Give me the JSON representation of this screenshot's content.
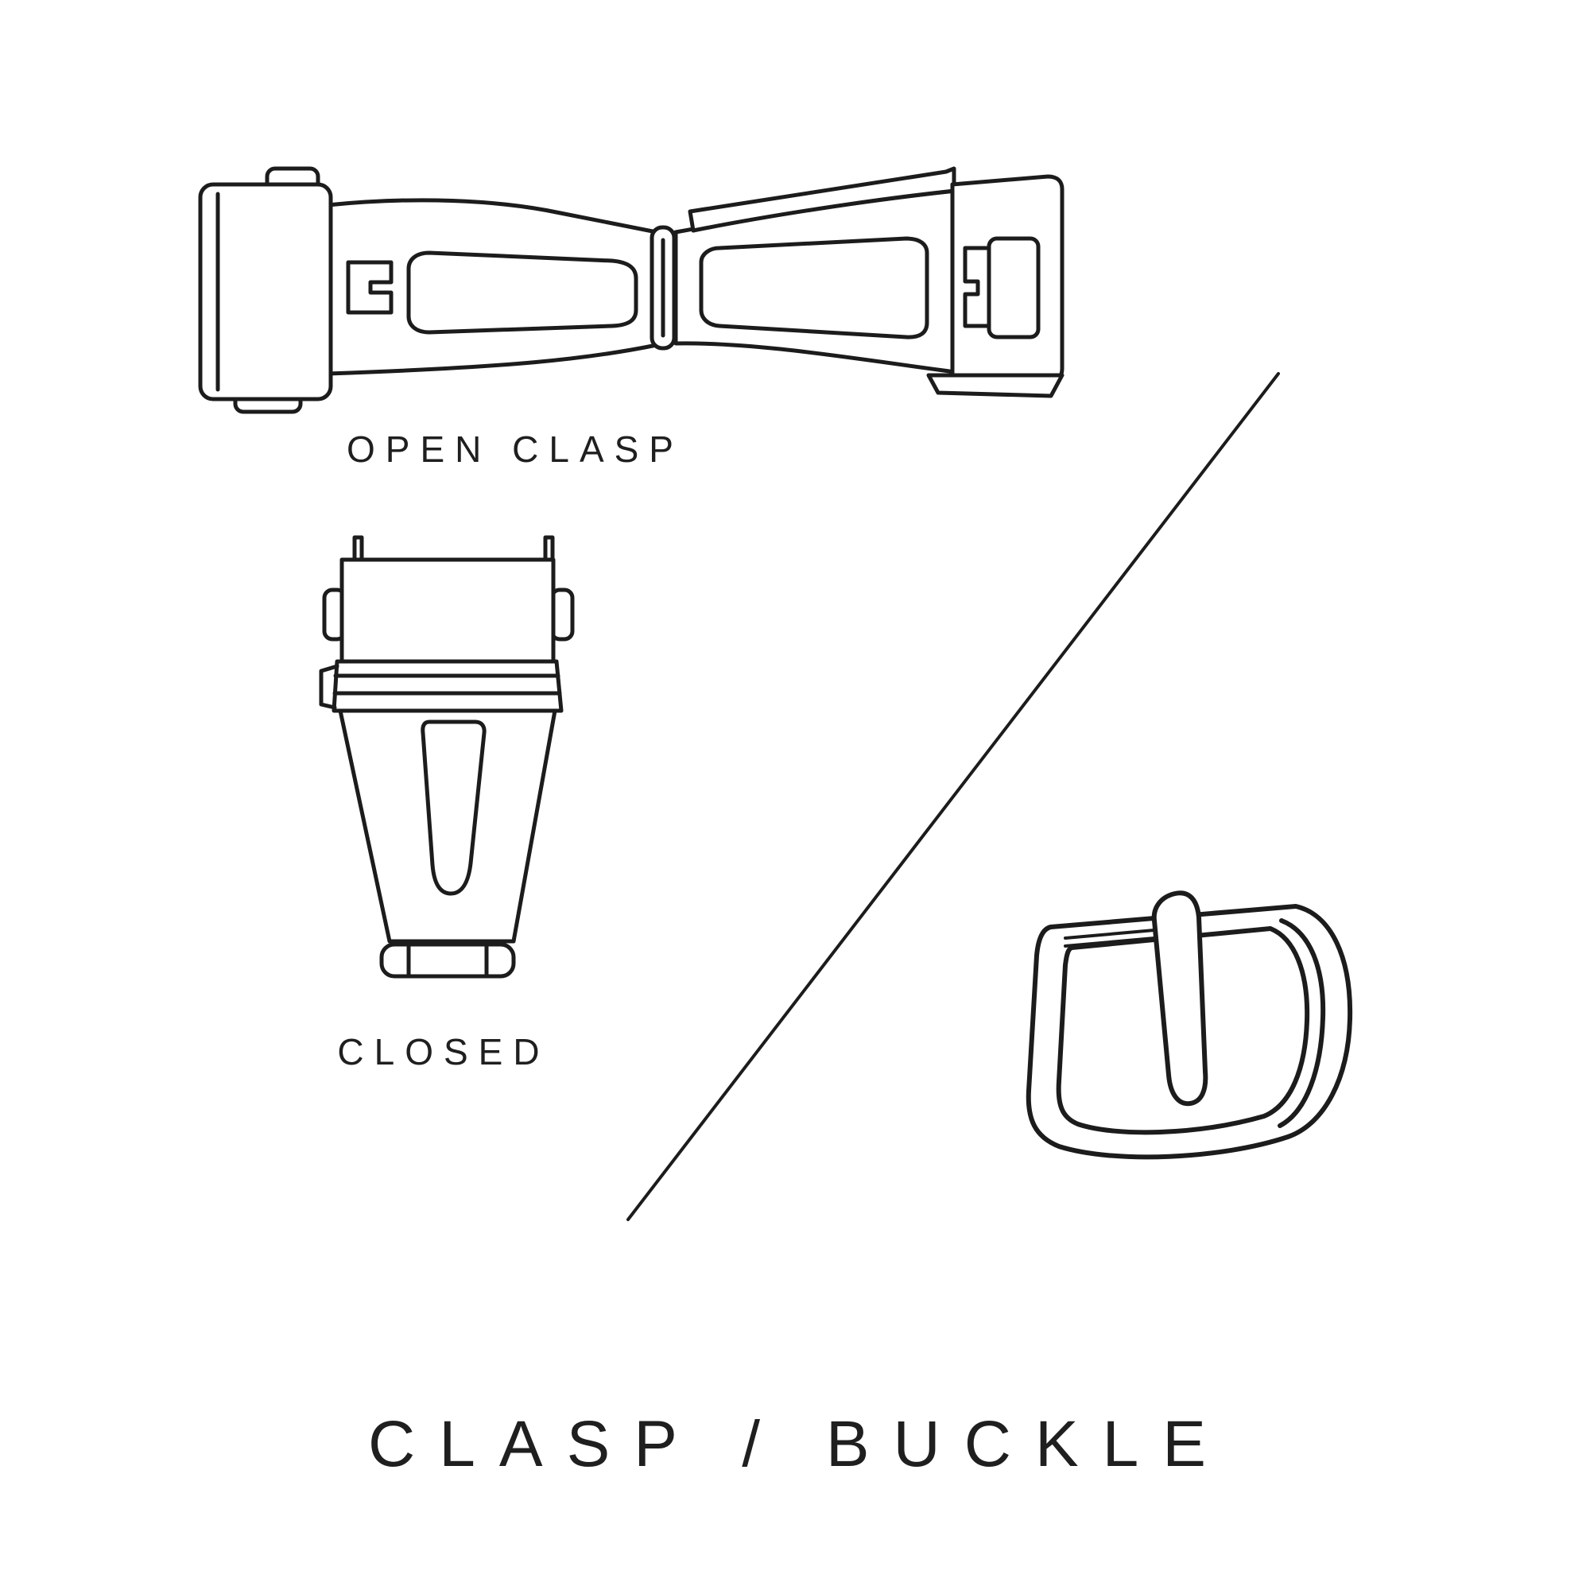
{
  "page": {
    "background": "#ffffff",
    "line_color": "#1c1c1c",
    "text_color": "#1f1f1f"
  },
  "illustrations": {
    "open_clasp": {
      "icon": "open-clasp-drawing",
      "caption": "OPEN CLASP"
    },
    "closed_clasp": {
      "icon": "closed-clasp-drawing",
      "caption": "CLOSED"
    },
    "tang_buckle": {
      "icon": "tang-buckle-drawing",
      "caption": ""
    }
  },
  "title": {
    "text": "CLASP / BUCKLE"
  }
}
